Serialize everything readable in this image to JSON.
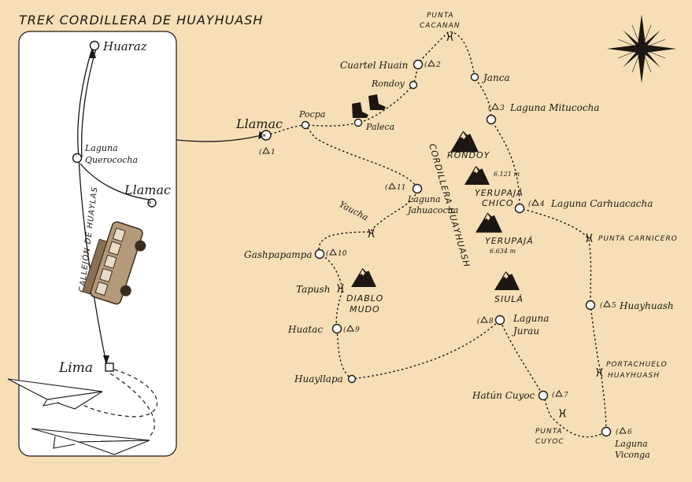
{
  "map": {
    "title": "TREK CORDILLERA DE HUAYHUASH",
    "colors": {
      "background": "#f6dfb7",
      "panel": "#ffffff",
      "ink": "#1c1712"
    },
    "inset": {
      "corridor_label": "CALLEJÓN DE HUAYLAS",
      "towns": {
        "huaraz": "Huaraz",
        "querococha": [
          "Laguna",
          "Querococha"
        ],
        "llamac": "Llamac",
        "lima": "Lima"
      },
      "icons": [
        "bus-icon",
        "paper-plane-icon"
      ]
    },
    "start_label": "Llamac",
    "places": {
      "pocpa": "Pocpa",
      "paleca": "Paleca",
      "rondoy_village": "Rondoy",
      "cuartel_huain": "Cuartel Huain",
      "janca": "Janca",
      "mitucocha": "Laguna Mitucocha",
      "carhuacacha": "Laguna Carhuacacha",
      "huayhuash": "Huayhuash",
      "viconga": [
        "Laguna",
        "Viconga"
      ],
      "hatun_cuyoc": "Hatún Cuyoc",
      "jurau": [
        "Laguna",
        "Jurau"
      ],
      "huayllapa": "Huayllapa",
      "huatac": "Huatac",
      "tapush": "Tapush",
      "gashpapampa": "Gashpapampa",
      "jahuacocha": [
        "Laguna",
        "Jahuacocha"
      ]
    },
    "camps": [
      "1",
      "2",
      "3",
      "4",
      "5",
      "6",
      "7",
      "8",
      "9",
      "10",
      "11"
    ],
    "passes": {
      "cacanan": [
        "PUNTA",
        "CACANAN"
      ],
      "carnicero": "PUNTA CARNICERO",
      "portachuelo": [
        "PORTACHUELO",
        "HUAYHUASH"
      ],
      "cuyoc": [
        "PUNTA",
        "CUYOC"
      ],
      "yaucha": "Yaucha"
    },
    "peaks": {
      "rondoy": "RONDOY",
      "yerupaja_chico": [
        "YERUPAJÁ",
        "CHICO"
      ],
      "yerupaja_chico_alt": "6.121 m",
      "yerupaja": "YERUPAJÁ",
      "yerupaja_alt": "6.634 m",
      "siula": "SIULÁ",
      "diablo_mudo": [
        "DIABLO",
        "MUDO"
      ]
    },
    "range_label": "CORDILLERA HUAYHUASH",
    "icons": [
      "compass-rose-icon",
      "boots-icon",
      "mountain-icon",
      "pass-marker-icon",
      "camp-tent-icon"
    ]
  }
}
